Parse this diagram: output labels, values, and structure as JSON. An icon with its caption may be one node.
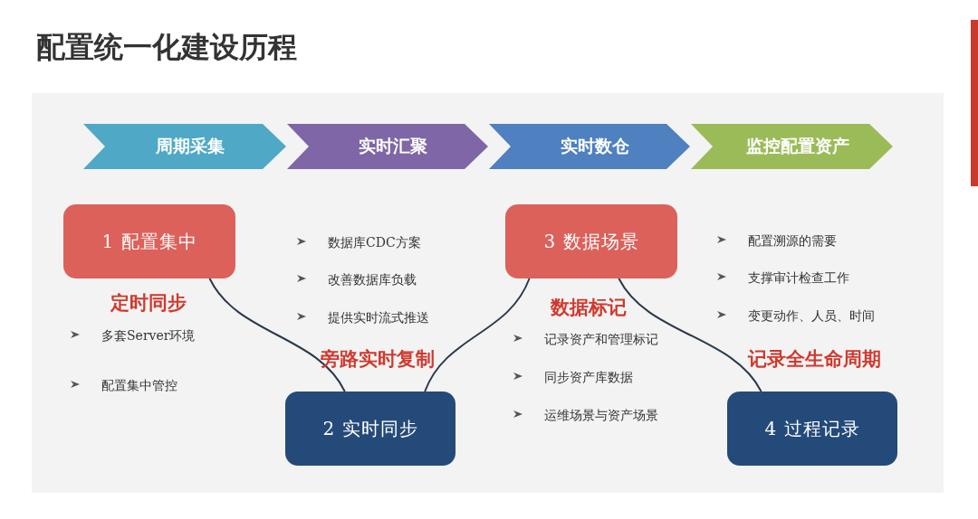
{
  "diagram": {
    "title": "配置统一化建设历程",
    "nodes": [
      {
        "text": [
          "周期采集"
        ]
      },
      {
        "text": [
          "实时汇聚"
        ]
      },
      {
        "text": [
          "实时数仓"
        ]
      },
      {
        "text": [
          "监控配置资产"
        ]
      },
      {
        "text": [
          "1 配置集中"
        ]
      },
      {
        "text": [
          "2 实时同步"
        ]
      },
      {
        "text": [
          "3 数据场景"
        ]
      },
      {
        "text": [
          "4 过程记录"
        ]
      }
    ],
    "edges": [
      {
        "from": 4,
        "to": 5,
        "arrow": "none"
      },
      {
        "from": 6,
        "to": 5,
        "arrow": "none"
      },
      {
        "from": 6,
        "to": 7,
        "arrow": "none"
      }
    ],
    "labels": [
      "定时同步",
      "多套Server环境",
      "配置集中管控",
      "数据库CDC方案",
      "改善数据库负载",
      "提供实时流式推送",
      "旁路实时复制",
      "数据标记",
      "记录资产和管理标记",
      "同步资产库数据",
      "运维场景与资产场景",
      "配置溯源的需要",
      "支撑审计检查工作",
      "变更动作、人员、时间",
      "记录全生命周期"
    ]
  }
}
